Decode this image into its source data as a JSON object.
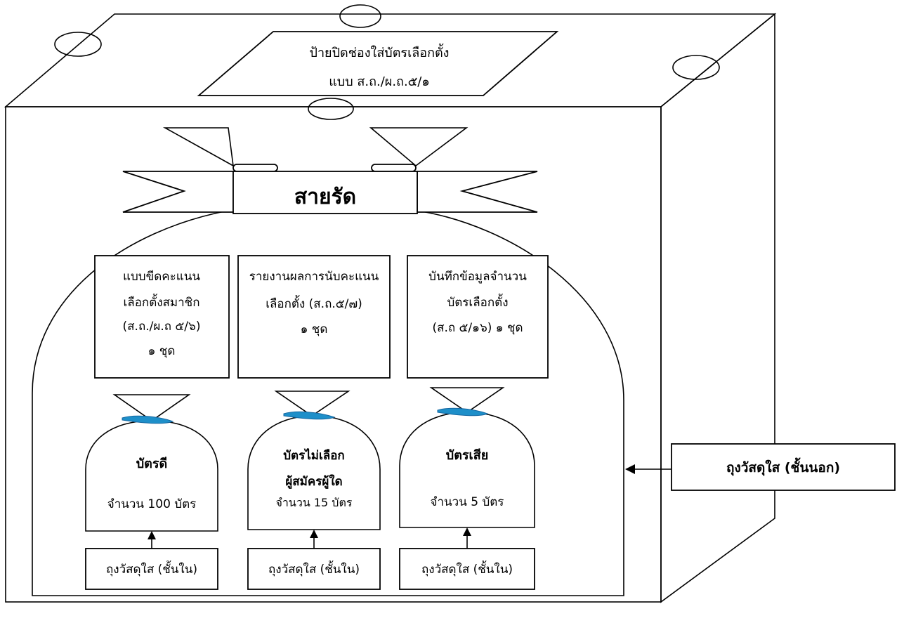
{
  "box_top_label": {
    "line1": "ป้ายปิดช่องใส่บัตรเลือกตั้ง",
    "line2": "แบบ ส.ถ./ผ.ถ.๕/๑"
  },
  "strap_label": "สายรัด",
  "documents": [
    {
      "lines": [
        "แบบขีดคะแนน",
        "เลือกตั้งสมาชิก",
        "(ส.ถ./ผ.ถ ๕/๖)",
        "๑ ชุด"
      ]
    },
    {
      "lines": [
        "รายงานผลการนับคะแนน",
        "เลือกตั้ง (ส.ถ.๕/๗)",
        "๑ ชุด"
      ]
    },
    {
      "lines": [
        "บันทึกข้อมูลจำนวน",
        "บัตรเลือกตั้ง",
        "(ส.ถ ๕/๑๖)  ๑ ชุด"
      ]
    }
  ],
  "inner_bags": [
    {
      "title_lines": [
        "บัตรดี"
      ],
      "count": "จำนวน 100 บัตร",
      "label": "ถุงวัสดุใส (ชั้นใน)"
    },
    {
      "title_lines": [
        "บัตรไม่เลือก",
        "ผู้สมัครผู้ใด"
      ],
      "count": "จำนวน 15 บัตร",
      "label": "ถุงวัสดุใส (ชั้นใน)"
    },
    {
      "title_lines": [
        "บัตรเสีย"
      ],
      "count": "จำนวน 5 บัตร",
      "label": "ถุงวัสดุใส (ชั้นใน)"
    }
  ],
  "outer_bag_label": "ถุงวัสดุใส (ชั้นนอก)",
  "colors": {
    "tie": "#1e8fc9",
    "tie_dark": "#1466a0",
    "line": "#000000"
  }
}
